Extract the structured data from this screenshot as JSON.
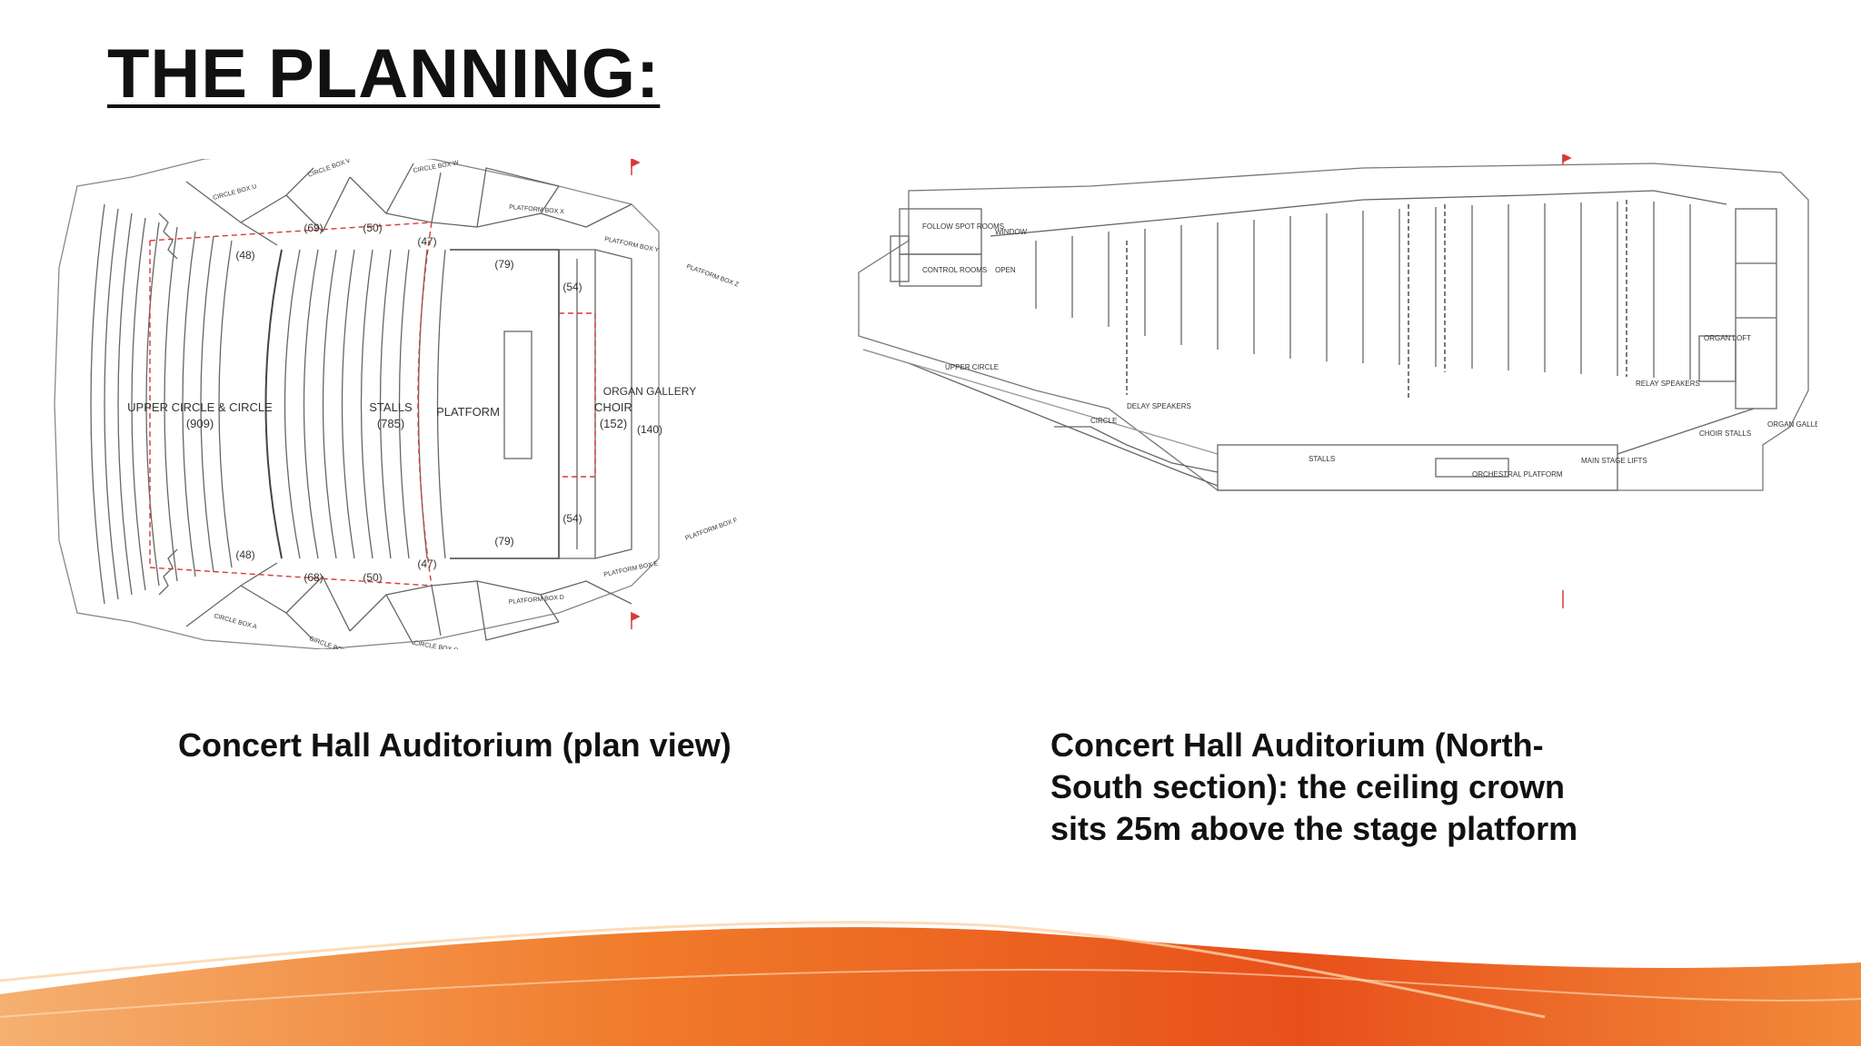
{
  "slide": {
    "title": "THE PLANNING:"
  },
  "plan_drawing": {
    "labels": {
      "upper_circle": "UPPER CIRCLE   &   CIRCLE",
      "upper_circle_count": "(909)",
      "stalls": "STALLS",
      "stalls_count": "(785)",
      "platform": "PLATFORM",
      "choir": "CHOIR",
      "choir_count": "(152)",
      "organ_gallery": "ORGAN GALLERY",
      "organ_gallery_count": "(140)",
      "box_counts": [
        "(48)",
        "(69)",
        "(50)",
        "(47)",
        "(79)",
        "(54)",
        "(48)",
        "(68)",
        "(50)",
        "(47)",
        "(79)",
        "(54)"
      ],
      "box_names": [
        "CIRCLE BOX V",
        "CIRCLE BOX W",
        "PLATFORM BOX X",
        "PLATFORM BOX Y",
        "PLATFORM BOX Z",
        "CIRCLE BOX U",
        "CIRCLE BOX A",
        "CIRCLE BOX B",
        "CIRCLE BOX C",
        "PLATFORM BOX D",
        "PLATFORM BOX E",
        "PLATFORM BOX F"
      ]
    }
  },
  "section_drawing": {
    "labels": {
      "follow_spot": "FOLLOW SPOT ROOMS",
      "window": "WINDOW",
      "control_room": "CONTROL ROOMS",
      "open": "OPEN",
      "upper_circle": "UPPER CIRCLE",
      "circle": "CIRCLE",
      "delay_speakers": "DELAY SPEAKERS",
      "stalls": "STALLS",
      "orchestral_platform": "ORCHESTRAL PLATFORM",
      "main_stage_lifts": "MAIN STAGE LIFTS",
      "choir_stalls": "CHOIR STALLS",
      "organ_loft": "ORGAN LOFT",
      "organ_gallery": "ORGAN GALLERY",
      "relay_speakers": "RELAY SPEAKERS"
    }
  },
  "captions": {
    "left": "Concert Hall Auditorium (plan view)",
    "right_line1": "Concert Hall Auditorium (North-",
    "right_line2": "South section): the ceiling crown",
    "right_line3": "sits 25m above the stage platform"
  },
  "colors": {
    "wave_dark": "#e8501a",
    "wave_light": "#f7a35a",
    "drawing_line": "#555555",
    "drawing_red": "#d83a3a"
  }
}
